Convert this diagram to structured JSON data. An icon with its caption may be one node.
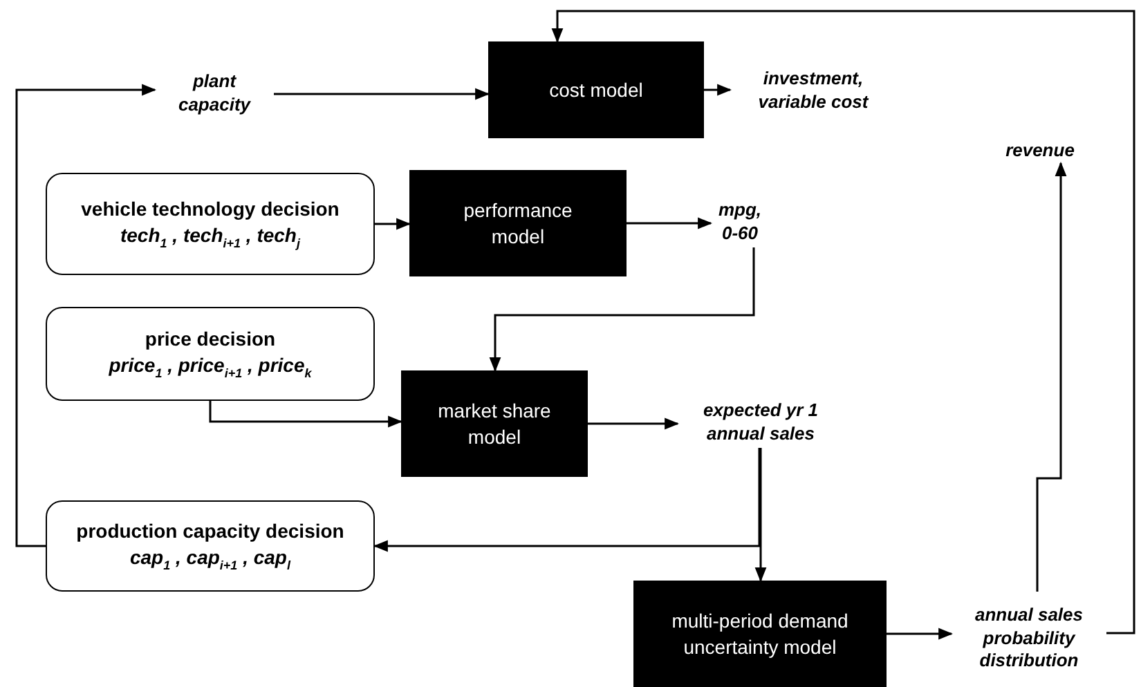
{
  "diagram": {
    "nodes": [
      {
        "text": [
          "plant capacity"
        ]
      },
      {
        "text": [
          "cost model"
        ]
      },
      {
        "text": [
          "investment, variable cost"
        ]
      },
      {
        "text": [
          "vehicle technology decision",
          "tech$_{1}$ , tech$_{i+1}$ , tech$_{j}$"
        ]
      },
      {
        "text": [
          "performance model"
        ]
      },
      {
        "text": [
          "mpg, 0-60"
        ]
      },
      {
        "text": [
          "price decision",
          "price$_{1}$ , price$_{i+1}$ , price$_{k}$"
        ]
      },
      {
        "text": [
          "market share model"
        ]
      },
      {
        "text": [
          "expected yr 1 annual sales"
        ]
      },
      {
        "text": [
          "production capacity decision",
          "cap$_{1}$ , cap$_{i+1}$ , cap$_{l}$"
        ]
      },
      {
        "text": [
          "multi-period demand uncertainty model"
        ]
      },
      {
        "text": [
          "annual sales probability distribution"
        ]
      },
      {
        "text": [
          "revenue"
        ]
      }
    ],
    "edges": [
      {
        "from": 9,
        "to": 0,
        "arrow": "to"
      },
      {
        "from": 0,
        "to": 1,
        "arrow": "to"
      },
      {
        "from": 1,
        "to": 2,
        "arrow": "to"
      },
      {
        "from": 3,
        "to": 4,
        "arrow": "to"
      },
      {
        "from": 4,
        "to": 5,
        "arrow": "to"
      },
      {
        "from": 5,
        "to": 7,
        "arrow": "to"
      },
      {
        "from": 6,
        "to": 7,
        "arrow": "to"
      },
      {
        "from": 7,
        "to": 8,
        "arrow": "to"
      },
      {
        "from": 8,
        "to": 10,
        "arrow": "to"
      },
      {
        "from": 8,
        "to": 9,
        "arrow": "to"
      },
      {
        "from": 10,
        "to": 11,
        "arrow": "to"
      },
      {
        "from": 11,
        "to": 12,
        "arrow": "to"
      },
      {
        "from": 11,
        "to": 1,
        "arrow": "to"
      }
    ]
  }
}
